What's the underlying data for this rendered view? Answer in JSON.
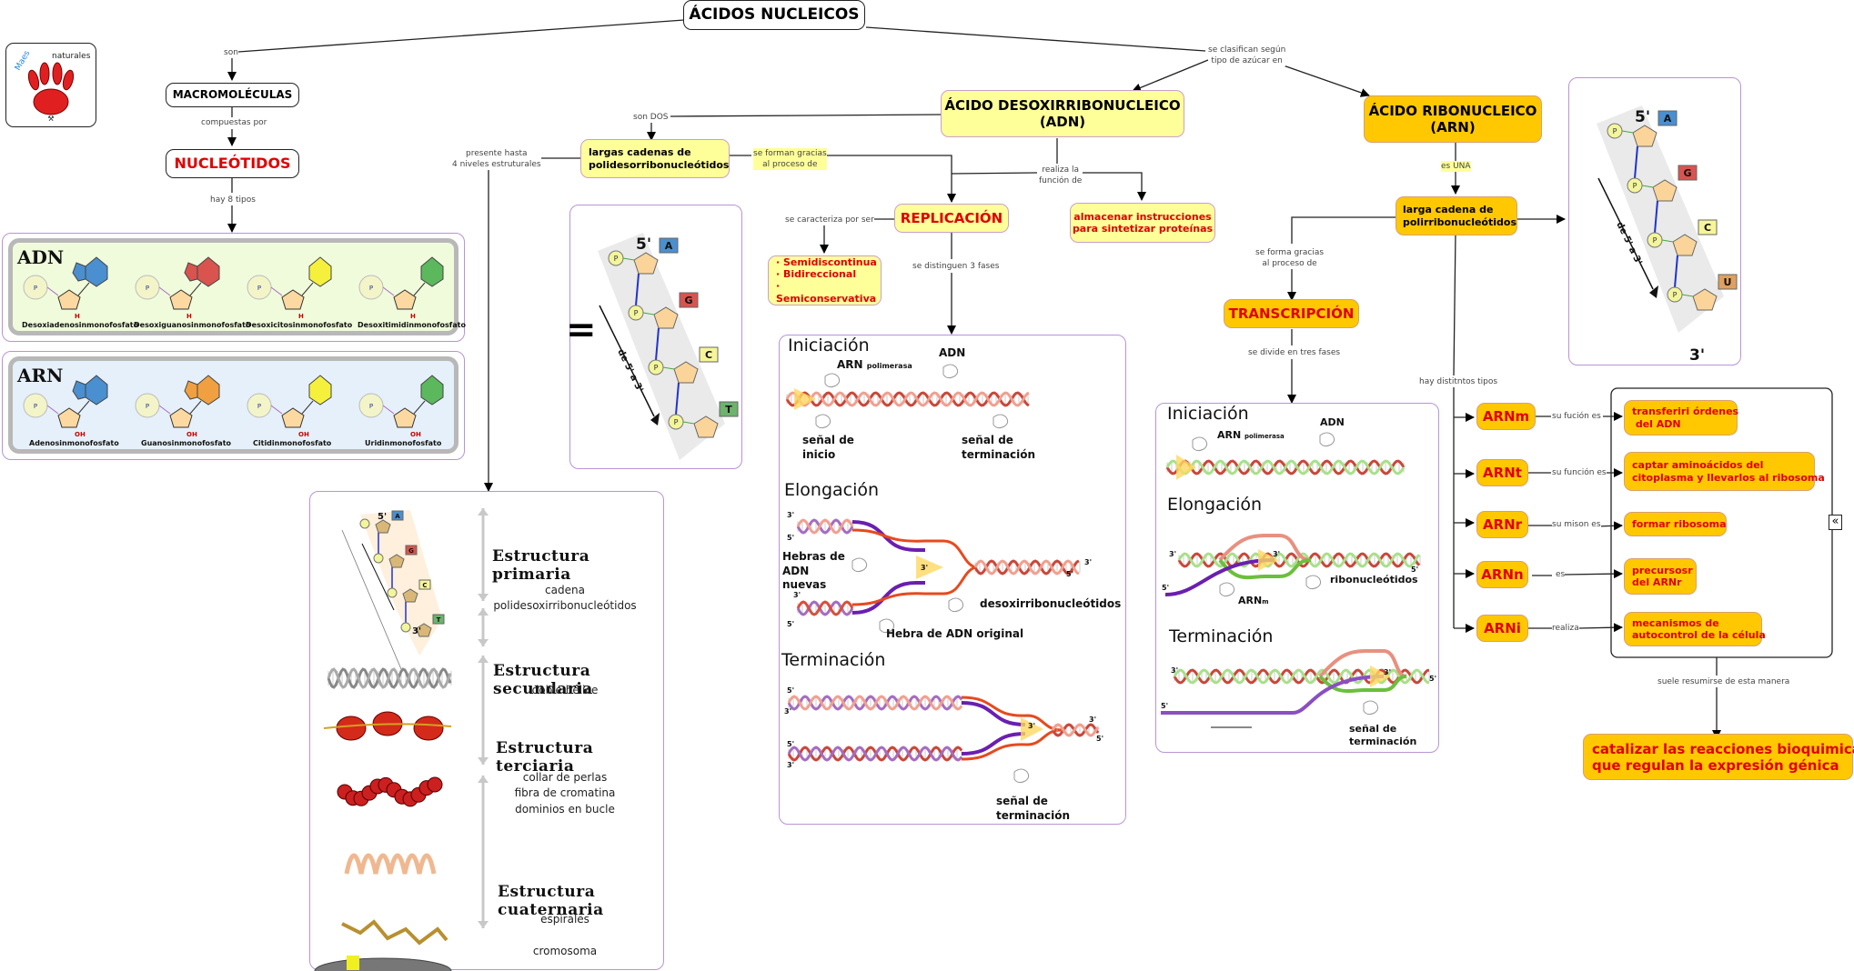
{
  "title": "ÁCIDOS NUCLEICOS",
  "logo": {
    "text_top": "Maestro de naturales",
    "icon": "paw-print-icon"
  },
  "left_branch": {
    "link_son": "son",
    "macromoleculas": "MACROMOLÉCULAS",
    "link_compuestas": "compuestas por",
    "nucleotidos": "NUCLEÓTIDOS",
    "link_tipos": "hay 8 tipos"
  },
  "nucleotide_panels": [
    {
      "heading": "ADN",
      "bg": "#f0fbdc",
      "items": [
        {
          "name": "Desoxiadenosinmonofosfato",
          "base": "A",
          "color": "#4a8fcf",
          "sugar_mark": "H"
        },
        {
          "name": "Desoxiguanosinmonofosfato",
          "base": "G",
          "color": "#d9534f",
          "sugar_mark": "H"
        },
        {
          "name": "Desoxicitosinmonofosfato",
          "base": "C",
          "color": "#f5f03c",
          "sugar_mark": "H"
        },
        {
          "name": "Desoxitimidinmonofosfato",
          "base": "T",
          "color": "#5cb85c",
          "sugar_mark": "H"
        }
      ]
    },
    {
      "heading": "ARN",
      "bg": "#e6f0fa",
      "items": [
        {
          "name": "Adenosinmonofosfato",
          "base": "A",
          "color": "#4a8fcf",
          "sugar_mark": "OH"
        },
        {
          "name": "Guanosinmonofosfato",
          "base": "G",
          "color": "#f0a040",
          "sugar_mark": "OH"
        },
        {
          "name": "Citidinmonofosfato",
          "base": "C",
          "color": "#f5f03c",
          "sugar_mark": "OH"
        },
        {
          "name": "Uridinmonofosfato",
          "base": "U",
          "color": "#5cb85c",
          "sugar_mark": "OH"
        }
      ]
    }
  ],
  "top_links": {
    "clasifican": "se clasifican según\ntipo de azúcar en"
  },
  "adn": {
    "title": "ÁCIDO DESOXIRRIBONUCLEICO\n(ADN)",
    "link_dos": "son DOS",
    "cadenas": "largas cadenas de\npolidesorribonucleótidos",
    "link_forman": "se forman gracias\nal proceso de",
    "link_niveles": "presente hasta\n4 niveles estruturales",
    "link_funcion": "realiza la\nfunción de",
    "replicacion": "REPLICACIÓN",
    "almacenar": "almacenar instrucciones\npara sintetizar proteínas",
    "link_caracteriza": "se caracteriza por ser",
    "caracteristicas": [
      "· Semidiscontinua",
      "· Bidireccional",
      "· Semiconservativa"
    ],
    "link_fases": "se distinguen 3 fases",
    "strand": {
      "five": "5'",
      "three": "3'",
      "direction": "de 5' a 3'",
      "bases": [
        "A",
        "G",
        "C",
        "T"
      ]
    }
  },
  "replication_panel": {
    "iniciacion": "Iniciación",
    "arn_pol": "ARN",
    "arn_pol_sub": "polimerasa",
    "adn": "ADN",
    "senal_inicio": "señal de\ninicio",
    "senal_term": "señal de\nterminación",
    "elongacion": "Elongación",
    "hebras_nuevas": "Hebras de\nADN\nnuevas",
    "desoxi": "desoxirribonucleótidos",
    "hebra_original": "Hebra de ADN original",
    "terminacion": "Terminación",
    "senal_term2": "señal de\nterminación",
    "p3": "3'",
    "p5": "5'"
  },
  "structure_panel": {
    "levels": [
      {
        "title": "Estructura primaria",
        "desc": "cadena\npolidesoxirribonucleótidos"
      },
      {
        "title": "Estructura secundaria",
        "desc": "doble hélice"
      },
      {
        "title": "Estructura terciaria",
        "desc": "collar de perlas\nfibra de cromatina\ndominios en bucle"
      },
      {
        "title": "Estructura cuaternaria",
        "desc": "espirales\n\ncromosoma"
      }
    ],
    "mini_strand": {
      "five": "5'",
      "three": "3'",
      "direction": "de 5' a 3'",
      "bases": [
        "A",
        "G",
        "C",
        "T"
      ]
    }
  },
  "arn": {
    "title": "ÁCIDO RIBONUCLEICO\n(ARN)",
    "link_una": "es UNA",
    "cadena": "larga cadena de\npolirribonucleótidos",
    "link_forma": "se forma gracias\nal proceso de",
    "transcripcion": "TRANSCRIPCIÓN",
    "link_fases": "se divide en tres fases",
    "link_tipos": "hay distitntos tipos",
    "strand": {
      "five": "5'",
      "three": "3'",
      "direction": "de 5' a 3'",
      "bases": [
        "A",
        "G",
        "C",
        "U"
      ]
    },
    "types": [
      {
        "name": "ARNm",
        "link": "su fución es",
        "function": "transferiri órdenes\n del ADN"
      },
      {
        "name": "ARNt",
        "link": "su función es",
        "function": "captar aminoácidos del\ncitoplasma y llevarlos al ribosoma"
      },
      {
        "name": "ARNr",
        "link": "su mison es",
        "function": "formar ribosoma"
      },
      {
        "name": "ARNn",
        "link": "es",
        "function": "precursosr\ndel ARNr"
      },
      {
        "name": "ARNi",
        "link": "realiza",
        "function": "mecanismos de\nautocontrol de la célula"
      }
    ],
    "link_resumen": "suele resumirse de esta manera",
    "resumen": "catalizar las reacciones bioquimicas\nque regulan la expresión génica",
    "collapse_glyph": "«"
  },
  "transcription_panel": {
    "iniciacion": "Iniciación",
    "arn_pol": "ARN",
    "arn_pol_sub": "polimerasa",
    "adn": "ADN",
    "elongacion": "Elongación",
    "ribonucleotidos": "ribonucleótidos",
    "arnm": "ARN",
    "arnm_sub": "m",
    "terminacion": "Terminación",
    "senal_term": "señal de\nterminación",
    "p3": "3'",
    "p5": "5'"
  },
  "equals": "="
}
